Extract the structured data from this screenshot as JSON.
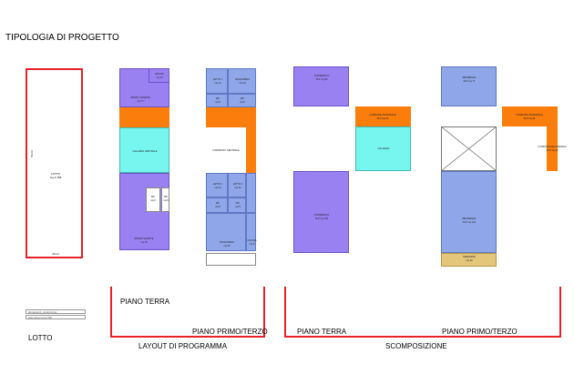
{
  "title": "TIPOLOGIA DI PROGETTO",
  "lotto": {
    "label": "LOTTO",
    "box_label": "LOTTO",
    "box_area": "mq 4.768",
    "side_dim": "53 ml",
    "bottom_dim": "26 ml",
    "info_row1": "dimensioni_costruzione",
    "info_row2": "lotto   area mq 4.768"
  },
  "programma": {
    "left_rooms": {
      "top_small": "UFFICIO",
      "top_small_area": "mq 13",
      "top_main": "SPAZIO VENDITE",
      "top_main_area": "mq 77",
      "corridor": "",
      "gallery": "GALLERIA CENTRALE",
      "bottom_small_a": "WC",
      "bottom_small_a_area": "mq 6",
      "bottom_small_b": "WC",
      "bottom_small_b_area": "mq 6",
      "bottom_main": "SPAZIO VENDITE",
      "bottom_main_area": "mq 79"
    },
    "right_rooms": {
      "r1": "LETTO 1",
      "r1_area": "mq 14",
      "r2": "SOGGIORNO",
      "r2_area": "mq 24",
      "r3": "WC",
      "r3_area": "mq 5",
      "r4": "WC",
      "r4_area": "mq 5",
      "corridor": "CORRIDOIO CENTRALE",
      "r5": "LETTO 1",
      "r5_area": "mq 14",
      "r6": "LETTO 2",
      "r6_area": "mq 12",
      "r7": "WC",
      "r7_area": "mq 5",
      "r8": "WC",
      "r8_area": "mq 5",
      "r9": "SOGGIORNO",
      "r9_area": "mq 25",
      "r10": "CUCINA",
      "r10_area": "mq 9"
    },
    "label_terra": "PIANO TERRA",
    "label_primo": "PIANO PRIMO/TERZO",
    "caption": "LAYOUT DI PROGRAMMA"
  },
  "scomposizione": {
    "left": {
      "comm_top": "COMMERCIO",
      "comm_top_area": "SLP mq 60",
      "distrib": "FUNZIONE PRINCIPALE",
      "distrib_area": "SLP mq 44",
      "galleria": "GALLERIA",
      "comm_bottom": "COMMERCIO",
      "comm_bottom_area": "SLP mq 154"
    },
    "right": {
      "res_top": "RESIDENZA",
      "res_top_area": "SLP mq 77",
      "distrib": "FUNZIONE PRINCIPALE",
      "distrib_area": "SLP mq 44",
      "distrib2": "FUNZIONE SECONDARIA",
      "distrib2_area": "SLP mq 20",
      "res_bottom": "RESIDENZA",
      "res_bottom_area": "SLP mq 141",
      "terrazzo": "TERRAZZO",
      "terrazzo_area": "mq 19"
    },
    "label_terra": "PIANO TERRA",
    "label_primo": "PIANO PRIMO/TERZO",
    "caption": "SCOMPOSIZIONE"
  },
  "colors": {
    "commercio": "#9a81f2",
    "distribuzione": "#fb7d0b",
    "galleria": "#77f6f0",
    "residenza": "#8fa6e9",
    "terrazzo": "#e3c67a",
    "bracket": "#e8202a"
  }
}
